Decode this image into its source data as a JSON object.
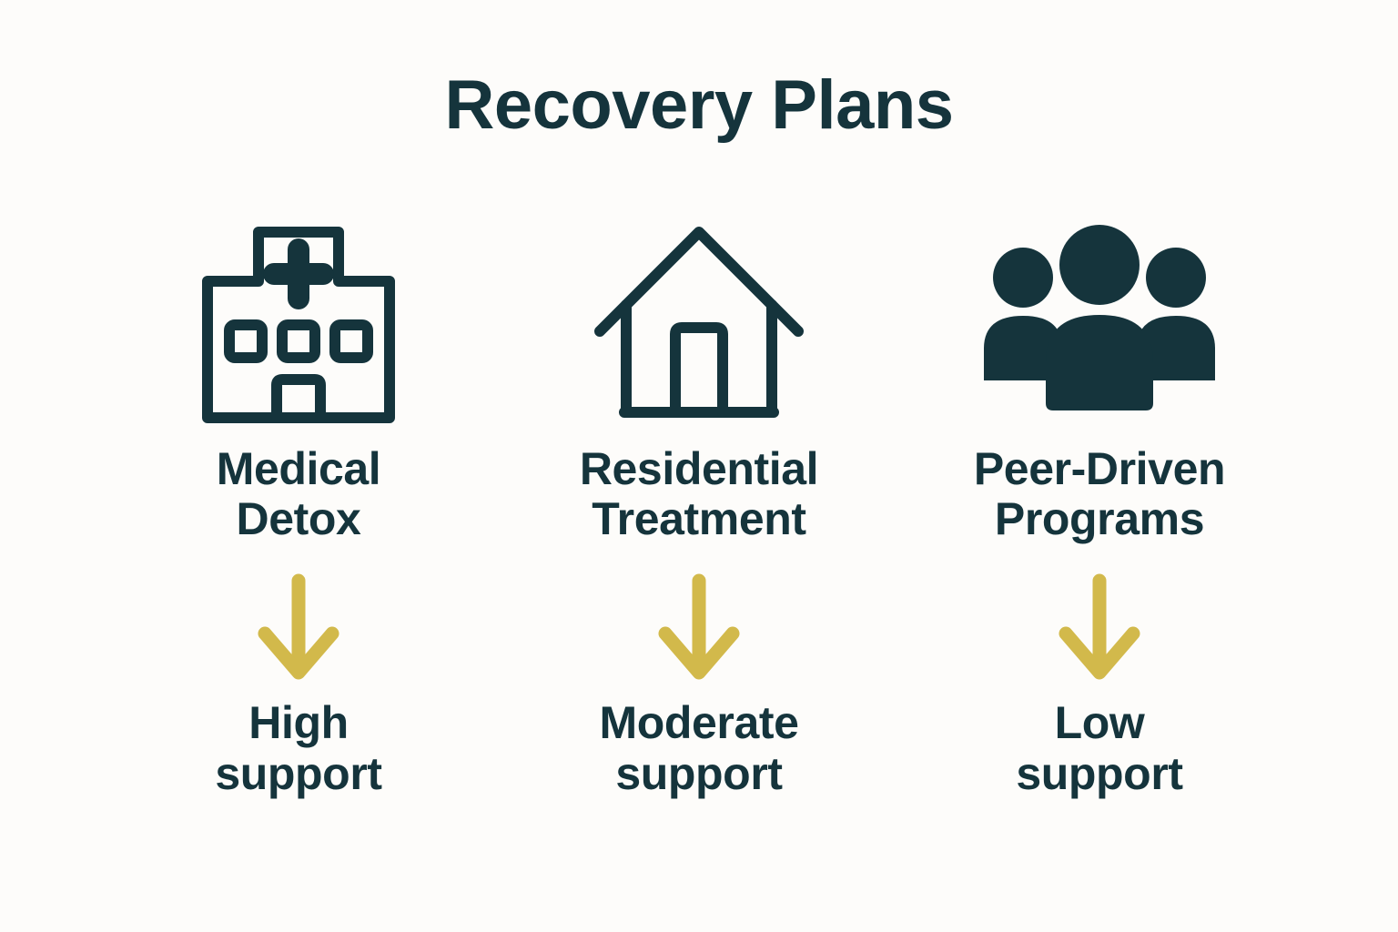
{
  "page": {
    "title": "Recovery Plans",
    "background_color": "#fdfcfa",
    "text_color": "#15343c",
    "accent_color": "#d2b94b"
  },
  "columns": [
    {
      "icon": "hospital-icon",
      "plan_line1": "Medical",
      "plan_line2": "Detox",
      "arrow": "down-arrow-icon",
      "support_line1": "High",
      "support_line2": "support"
    },
    {
      "icon": "house-icon",
      "plan_line1": "Residential",
      "plan_line2": "Treatment",
      "arrow": "down-arrow-icon",
      "support_line1": "Moderate",
      "support_line2": "support"
    },
    {
      "icon": "people-group-icon",
      "plan_line1": "Peer-Driven",
      "plan_line2": "Programs",
      "arrow": "down-arrow-icon",
      "support_line1": "Low",
      "support_line2": "support"
    }
  ]
}
